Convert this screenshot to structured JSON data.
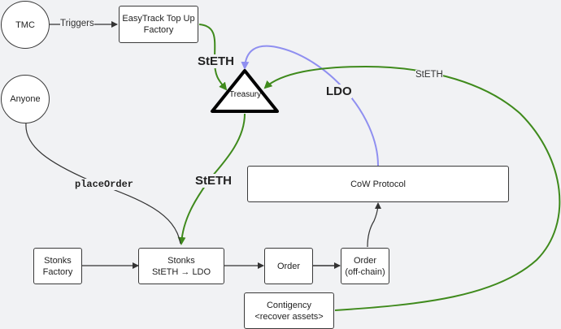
{
  "colors": {
    "background": "#f1f2f4",
    "steth_edge": "#3f8a1c",
    "ldo_edge": "#8f8ff0",
    "default_edge": "#333333"
  },
  "nodes": {
    "tmc": "TMC",
    "anyone": "Anyone",
    "easytrack": [
      "EasyTrack Top Up",
      "Factory"
    ],
    "treasury": "Treasury",
    "cow_protocol": "CoW Protocol",
    "stonks_factory": [
      "Stonks",
      "Factory"
    ],
    "stonks": [
      "Stonks",
      "StETH → LDO"
    ],
    "order": "Order",
    "order_offchain": [
      "Order",
      "(off-chain)"
    ],
    "contingency": [
      "Contigency",
      "<recover assets>"
    ]
  },
  "edges": {
    "triggers": "Triggers",
    "steth_to_treasury": "StETH",
    "treasury_to_stonks": "StETH",
    "ldo_to_treasury": "LDO",
    "contingency_steth": "StETH",
    "place_order": "placeOrder"
  }
}
